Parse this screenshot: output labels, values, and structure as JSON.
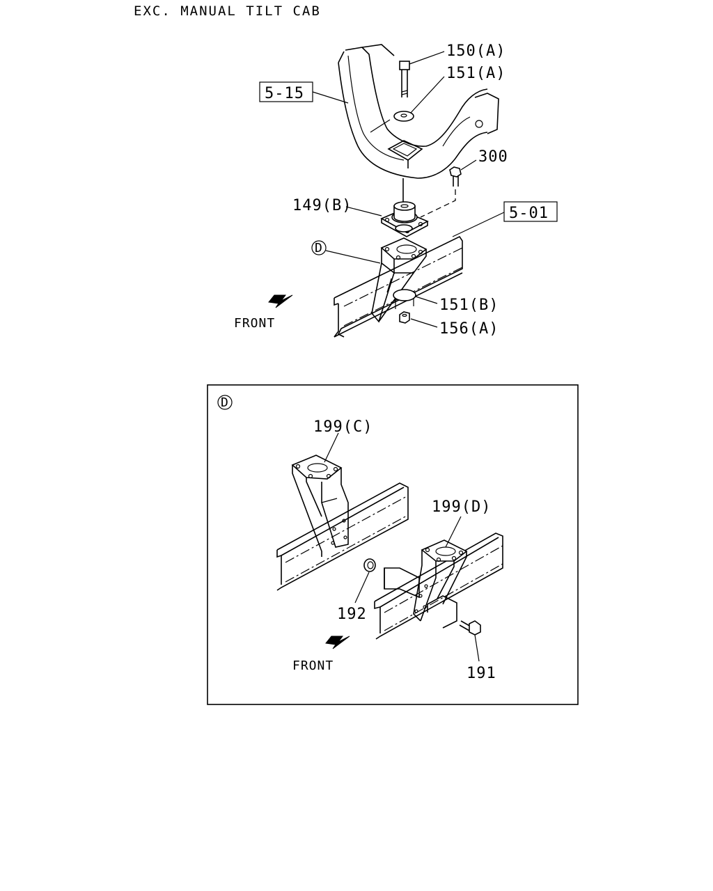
{
  "title": "EXC. MANUAL TILT CAB",
  "main_view": {
    "ref_5_15": "5-15",
    "ref_5_01": "5-01",
    "part_150A": "150(A)",
    "part_151A": "151(A)",
    "part_300": "300",
    "part_149B": "149(B)",
    "detail_marker": "D",
    "part_151B": "151(B)",
    "part_156A": "156(A)",
    "front_label": "FRONT"
  },
  "detail_view": {
    "marker": "D",
    "part_199C": "199(C)",
    "part_199D": "199(D)",
    "part_192": "192",
    "part_191": "191",
    "front_label": "FRONT"
  }
}
